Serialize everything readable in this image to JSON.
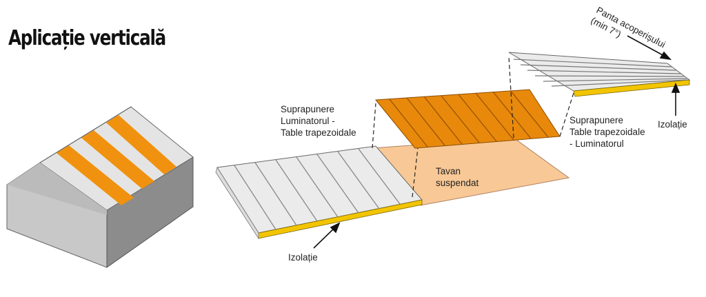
{
  "title": "Aplicație verticală",
  "labels": {
    "overlap_left_1": "Suprapunere",
    "overlap_left_2": "Luminatorul -",
    "overlap_left_3": "Table trapezoidale",
    "overlap_right_1": "Suprapunere",
    "overlap_right_2": "Table trapezoidale",
    "overlap_right_3": "- Luminatorul",
    "ceiling_1": "Tavan",
    "ceiling_2": "suspendat",
    "insulation_bottom": "Izolație",
    "insulation_top": "Izolație",
    "slope_1": "Panta acoperișului",
    "slope_2": "(min 7°)"
  },
  "colors": {
    "skylight": "#e8890c",
    "insulation": "#f2c500",
    "ceiling": "#f8c896",
    "panel": "#e9e9e9",
    "wall_front": "#c8c8c8",
    "wall_side": "#8c8c8c"
  }
}
